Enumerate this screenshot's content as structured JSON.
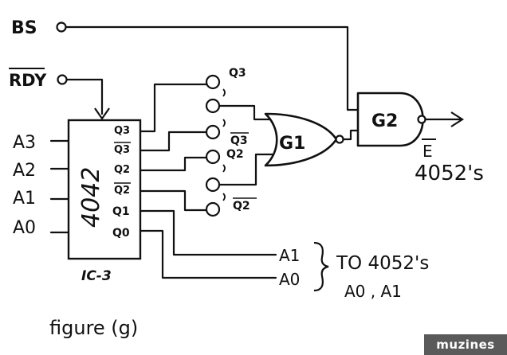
{
  "inputs": {
    "bs": "BS",
    "rdy": "RDY",
    "a3": "A3",
    "a2": "A2",
    "a1": "A1",
    "a0": "A0"
  },
  "ic": {
    "part": "4042",
    "designator": "IC-3",
    "pins": {
      "q3": "Q3",
      "q3n": "Q3",
      "q2": "Q2",
      "q2n": "Q2",
      "q1": "Q1",
      "q0": "Q0"
    }
  },
  "links": {
    "q3": "Q3",
    "q3n": "Q3",
    "q2": "Q2",
    "q2n": "Q2"
  },
  "gates": {
    "g1": "G1",
    "g2": "G2"
  },
  "outputs": {
    "e_label": "E",
    "e_target": "4052's",
    "a1": "A1",
    "a0": "A0",
    "to_text": "TO 4052's",
    "to_pins": "A0 , A1"
  },
  "caption": "figure (g)",
  "watermark": "muzines"
}
